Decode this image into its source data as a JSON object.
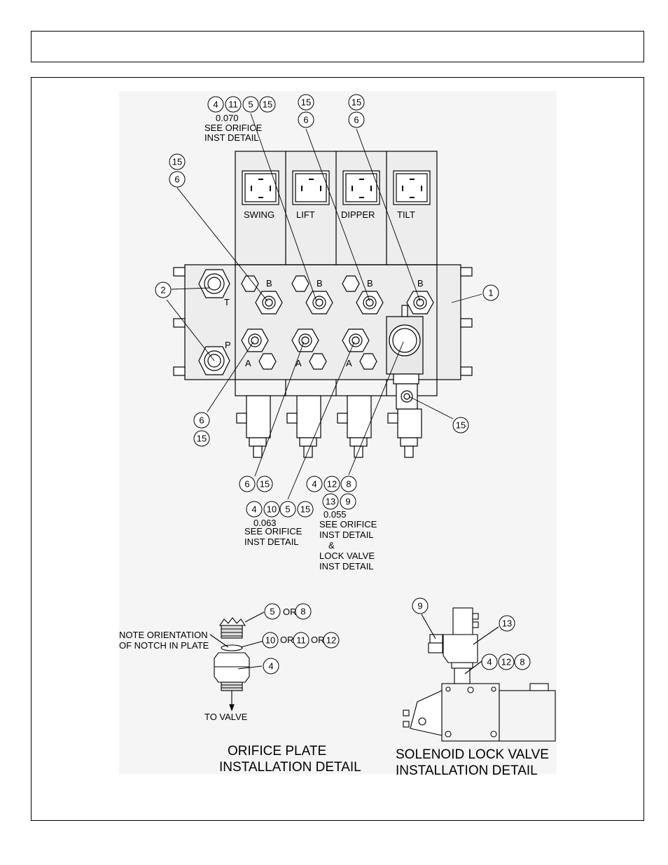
{
  "header": {
    "text": ""
  },
  "sections": {
    "labels": {
      "swing": "SWING",
      "lift": "LIFT",
      "dipper": "DIPPER",
      "tilt": "TILT",
      "port_b": "B",
      "port_a": "A",
      "port_t": "T",
      "port_p": "P"
    },
    "notes": {
      "orifice_070": "0.070",
      "see_orifice": "SEE ORIFICE",
      "inst_detail": "INST DETAIL",
      "orifice_063": "0.063",
      "orifice_055": "0.055",
      "ampersand": "&",
      "lock_valve": "LOCK VALVE",
      "note_orientation": "NOTE ORIENTATION",
      "of_notch": "OF NOTCH IN PLATE",
      "to_valve": "TO VALVE",
      "or": "OR"
    },
    "titles": {
      "orifice_line1": "ORIFICE PLATE",
      "orifice_line2": "INSTALLATION DETAIL",
      "solenoid_line1": "SOLENOID LOCK VALVE",
      "solenoid_line2": "INSTALLATION DETAIL"
    }
  },
  "callouts": {
    "c1": "1",
    "c2": "2",
    "c4": "4",
    "c5": "5",
    "c6": "6",
    "c8": "8",
    "c9": "9",
    "c10": "10",
    "c11": "11",
    "c12": "12",
    "c13": "13",
    "c15": "15"
  }
}
